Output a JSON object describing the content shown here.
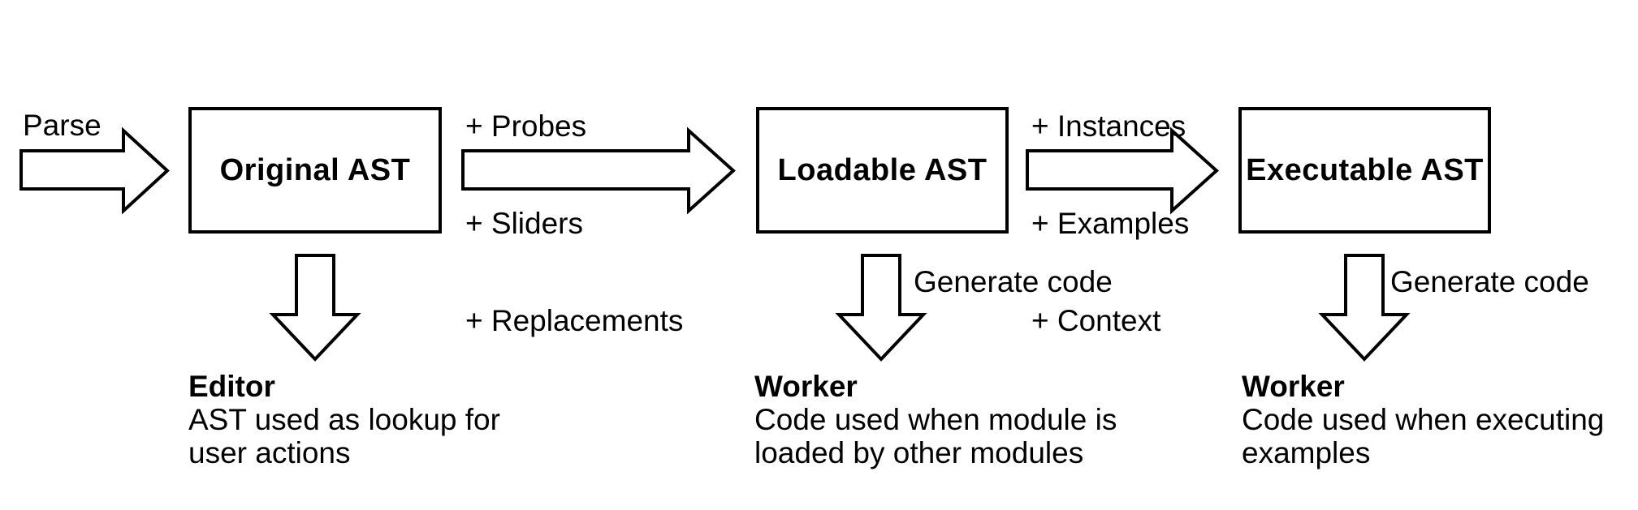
{
  "diagram": {
    "colors": {
      "ink": "#000000",
      "background": "#ffffff"
    },
    "parse_label": "Parse",
    "transitions": [
      {
        "lines": [
          "+ Probes",
          "+ Sliders",
          "+ Replacements"
        ]
      },
      {
        "lines": [
          "+ Instances",
          "+ Examples",
          "+ Context"
        ]
      }
    ],
    "stages": [
      {
        "box_label": "Original AST",
        "output": {
          "title": "Editor",
          "line1": "AST used as lookup for",
          "line2": "user actions"
        }
      },
      {
        "box_label": "Loadable AST",
        "generate_label": "Generate code",
        "output": {
          "title": "Worker",
          "line1": "Code used when module is",
          "line2": "loaded by other modules"
        }
      },
      {
        "box_label": "Executable AST",
        "generate_label": "Generate code",
        "output": {
          "title": "Worker",
          "line1": "Code used when executing",
          "line2": "examples"
        }
      }
    ]
  }
}
